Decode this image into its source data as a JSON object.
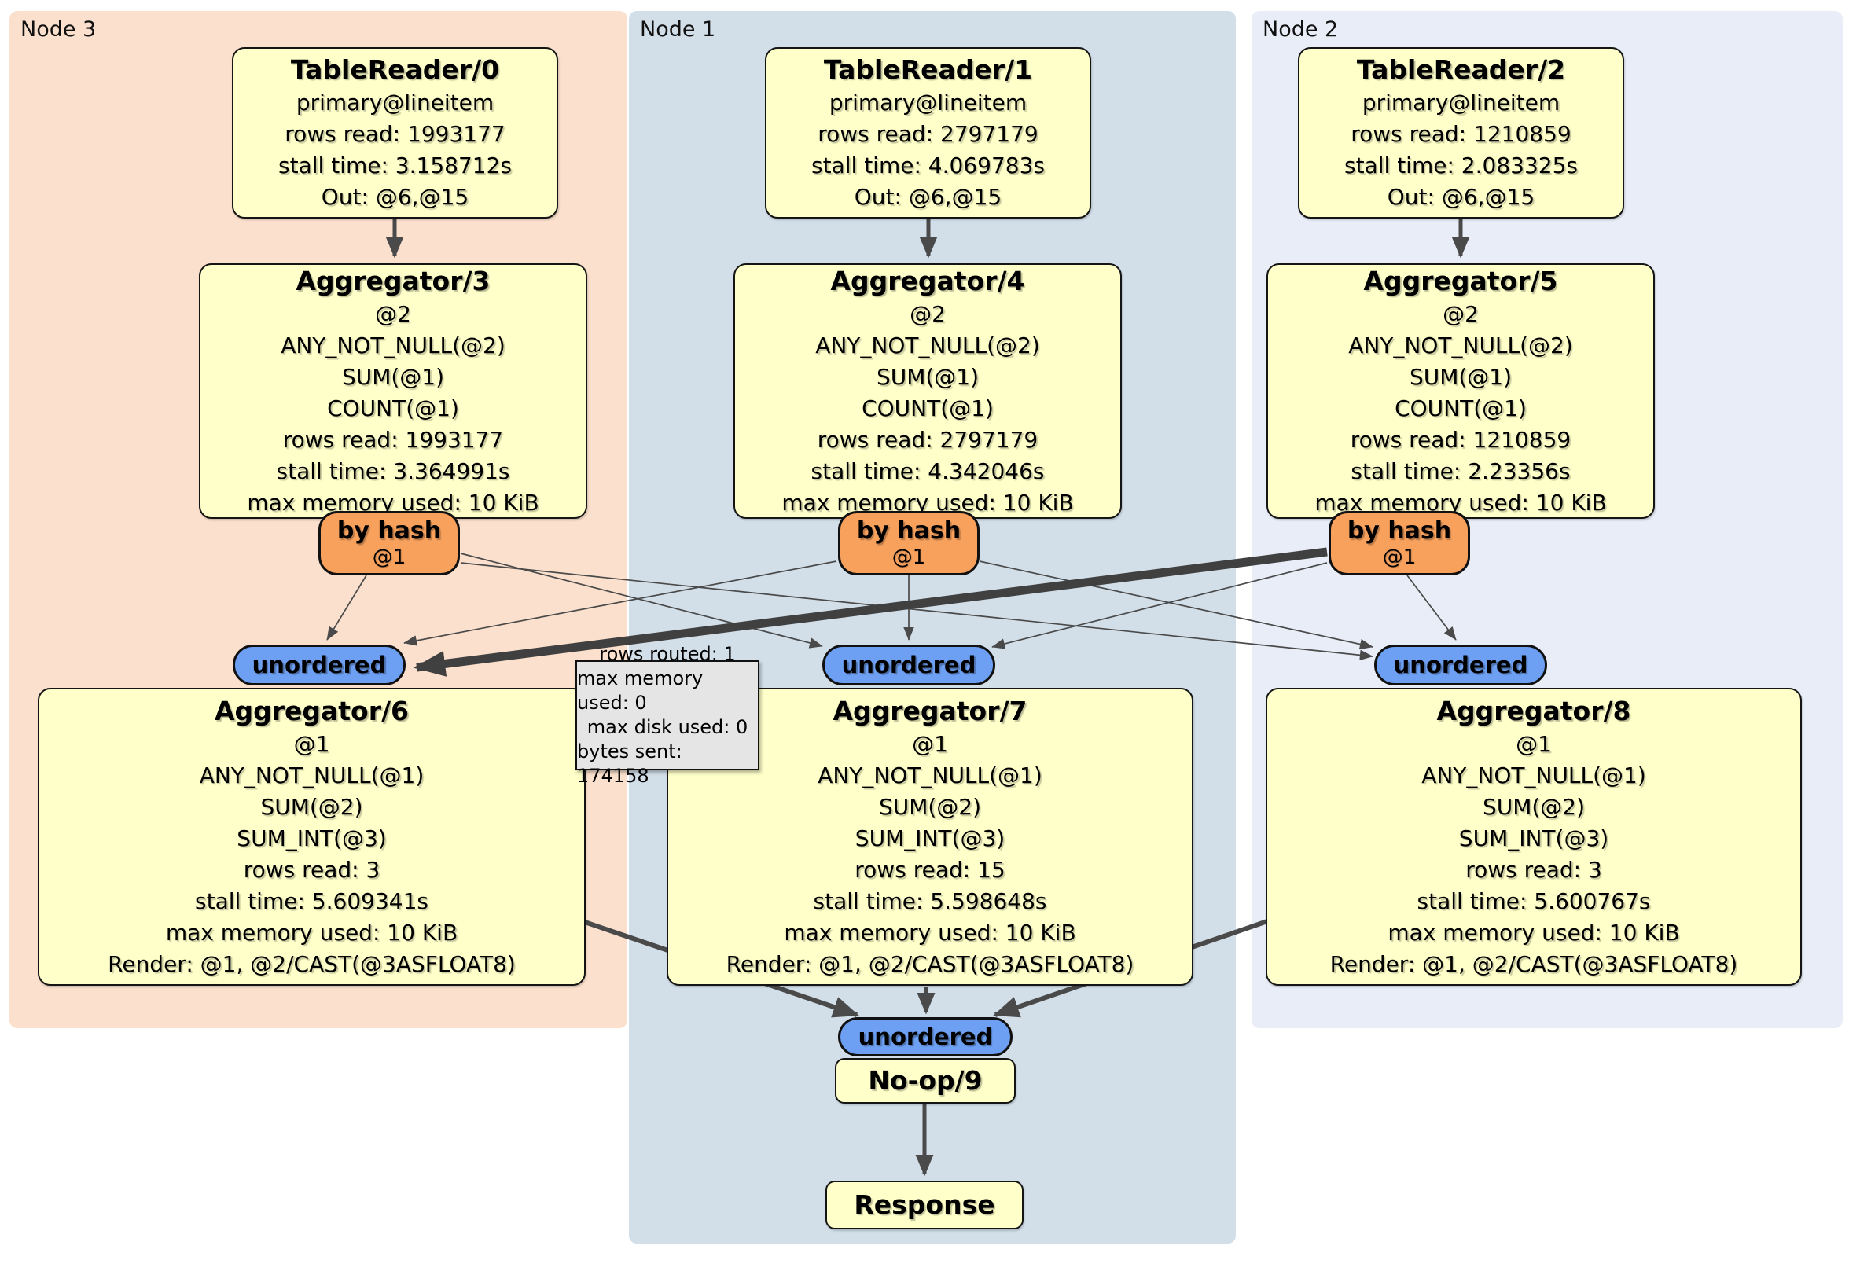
{
  "panels": {
    "node3": {
      "label": "Node 3"
    },
    "node1": {
      "label": "Node 1"
    },
    "node2": {
      "label": "Node 2"
    }
  },
  "nodes": {
    "tr0": {
      "title": "TableReader/0",
      "lines": [
        "primary@lineitem",
        "rows read: 1993177",
        "stall time: 3.158712s",
        "Out: @6,@15"
      ]
    },
    "tr1": {
      "title": "TableReader/1",
      "lines": [
        "primary@lineitem",
        "rows read: 2797179",
        "stall time: 4.069783s",
        "Out: @6,@15"
      ]
    },
    "tr2": {
      "title": "TableReader/2",
      "lines": [
        "primary@lineitem",
        "rows read: 1210859",
        "stall time: 2.083325s",
        "Out: @6,@15"
      ]
    },
    "agg3": {
      "title": "Aggregator/3",
      "lines": [
        "@2",
        "ANY_NOT_NULL(@2)",
        "SUM(@1)",
        "COUNT(@1)",
        "rows read: 1993177",
        "stall time: 3.364991s",
        "max memory used: 10 KiB"
      ]
    },
    "agg4": {
      "title": "Aggregator/4",
      "lines": [
        "@2",
        "ANY_NOT_NULL(@2)",
        "SUM(@1)",
        "COUNT(@1)",
        "rows read: 2797179",
        "stall time: 4.342046s",
        "max memory used: 10 KiB"
      ]
    },
    "agg5": {
      "title": "Aggregator/5",
      "lines": [
        "@2",
        "ANY_NOT_NULL(@2)",
        "SUM(@1)",
        "COUNT(@1)",
        "rows read: 1210859",
        "stall time: 2.23356s",
        "max memory used: 10 KiB"
      ]
    },
    "agg6": {
      "title": "Aggregator/6",
      "lines": [
        "@1",
        "ANY_NOT_NULL(@1)",
        "SUM(@2)",
        "SUM_INT(@3)",
        "rows read: 3",
        "stall time: 5.609341s",
        "max memory used: 10 KiB",
        "Render: @1, @2/CAST(@3ASFLOAT8)"
      ]
    },
    "agg7": {
      "title": "Aggregator/7",
      "lines": [
        "@1",
        "ANY_NOT_NULL(@1)",
        "SUM(@2)",
        "SUM_INT(@3)",
        "rows read: 15",
        "stall time: 5.598648s",
        "max memory used: 10 KiB",
        "Render: @1, @2/CAST(@3ASFLOAT8)"
      ]
    },
    "agg8": {
      "title": "Aggregator/8",
      "lines": [
        "@1",
        "ANY_NOT_NULL(@1)",
        "SUM(@2)",
        "SUM_INT(@3)",
        "rows read: 3",
        "stall time: 5.600767s",
        "max memory used: 10 KiB",
        "Render: @1, @2/CAST(@3ASFLOAT8)"
      ]
    },
    "noop9": {
      "title": "No-op/9"
    },
    "response": {
      "title": "Response"
    }
  },
  "routers": {
    "byhash3": {
      "label": "by hash",
      "detail": "@1"
    },
    "byhash1": {
      "label": "by hash",
      "detail": "@1"
    },
    "byhash2": {
      "label": "by hash",
      "detail": "@1"
    }
  },
  "streams": {
    "unordered3": {
      "label": "unordered"
    },
    "unordered1": {
      "label": "unordered"
    },
    "unordered2": {
      "label": "unordered"
    },
    "unorderedFinal": {
      "label": "unordered"
    }
  },
  "tooltip": {
    "lines": [
      "rows routed: 1",
      "max memory used: 0",
      "max disk used: 0",
      "bytes sent: 174158"
    ]
  },
  "colors": {
    "panel_node3": "#fbe0cd",
    "panel_node1": "#d2dfe9",
    "panel_node2": "#e8edf7",
    "processor_fill": "#ffffca",
    "router_fill": "#f8a15d",
    "stream_fill": "#6d9ff2",
    "tooltip_fill": "#e5e5e5",
    "edge": "#4a4a4a"
  }
}
